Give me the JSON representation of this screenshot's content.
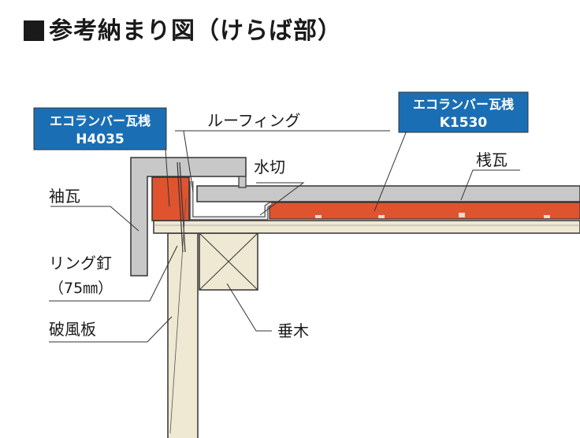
{
  "title": "参考納まり図（けらば部）",
  "badges": {
    "left": {
      "line1": "エコランバー瓦桟",
      "line2": "H4035"
    },
    "right": {
      "line1": "エコランバー瓦桟",
      "line2": "K1530"
    }
  },
  "labels": {
    "roofing": "ルーフィング",
    "water_cut": "水切",
    "tile": "桟瓦",
    "sleeve_tile": "袖瓦",
    "ring_nail_1": "リング釘",
    "ring_nail_2": "（75㎜）",
    "barge_board": "破風板",
    "rafter": "垂木"
  },
  "colors": {
    "badge": "#1a6fb4",
    "batten": "#e0532f",
    "tile": "#c8c8c8",
    "wood": "#efe8d2",
    "line": "#333333"
  }
}
